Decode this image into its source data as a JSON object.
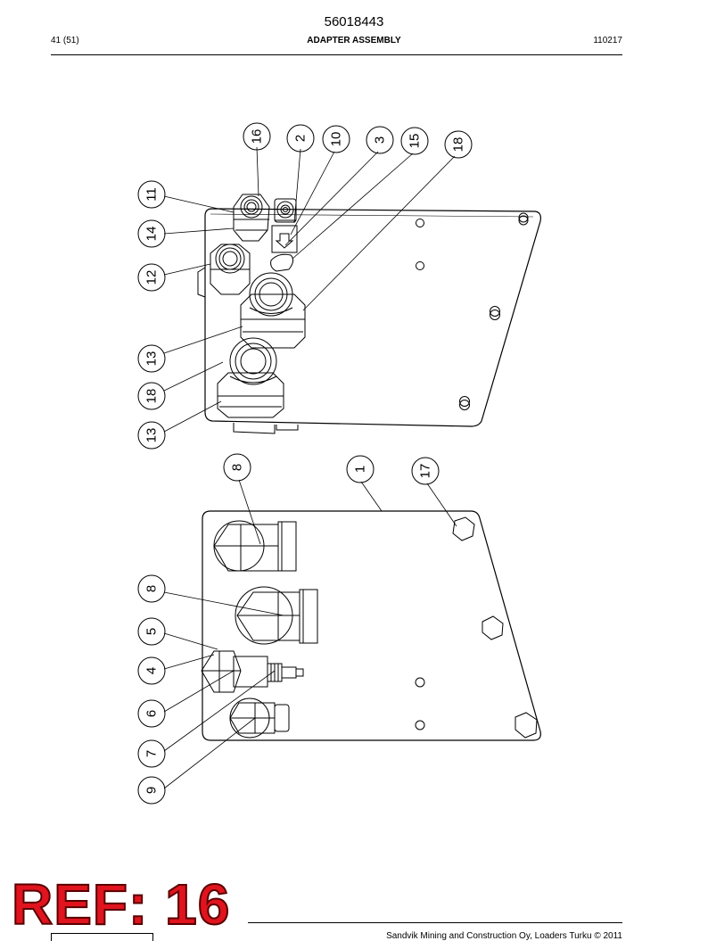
{
  "header": {
    "doc_number": "56018443",
    "page": "41 (51)",
    "title": "ADAPTER ASSEMBLY",
    "code": "110217"
  },
  "callouts_top": [
    {
      "id": "c16a",
      "label": "16"
    },
    {
      "id": "c2",
      "label": "2"
    },
    {
      "id": "c10",
      "label": "10"
    },
    {
      "id": "c3",
      "label": "3"
    },
    {
      "id": "c15",
      "label": "15"
    },
    {
      "id": "c18a",
      "label": "18"
    },
    {
      "id": "c11",
      "label": "11"
    },
    {
      "id": "c14",
      "label": "14"
    },
    {
      "id": "c12",
      "label": "12"
    },
    {
      "id": "c13a",
      "label": "13"
    },
    {
      "id": "c18b",
      "label": "18"
    },
    {
      "id": "c13b",
      "label": "13"
    }
  ],
  "callouts_bottom": [
    {
      "id": "c8a",
      "label": "8"
    },
    {
      "id": "c1",
      "label": "1"
    },
    {
      "id": "c17",
      "label": "17"
    },
    {
      "id": "c8b",
      "label": "8"
    },
    {
      "id": "c5",
      "label": "5"
    },
    {
      "id": "c4",
      "label": "4"
    },
    {
      "id": "c6",
      "label": "6"
    },
    {
      "id": "c7",
      "label": "7"
    },
    {
      "id": "c9",
      "label": "9"
    }
  ],
  "stamp": "REF: 16",
  "footer": "Sandvik Mining and Construction Oy, Loaders Turku © 2011"
}
